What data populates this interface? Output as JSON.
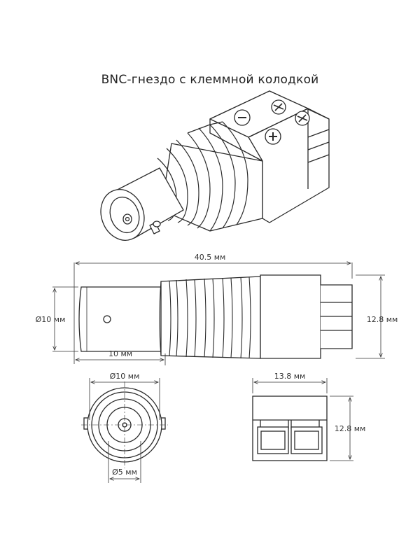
{
  "title": "BNC-гнездо с клеммной колодкой",
  "dimensions": {
    "total_length": "40.5 мм",
    "body_diameter": "Ø10 мм",
    "height_side": "12.8 мм",
    "bnc_length": "10 мм",
    "front_diameter": "Ø10 мм",
    "pin_diameter": "Ø5 мм",
    "block_width": "13.8 мм",
    "block_height": "12.8 мм"
  },
  "terminal_marks": {
    "minus": "−",
    "plus": "+"
  },
  "colors": {
    "line": "#2a2a2a",
    "fill": "#ffffff",
    "title": "#222222"
  }
}
